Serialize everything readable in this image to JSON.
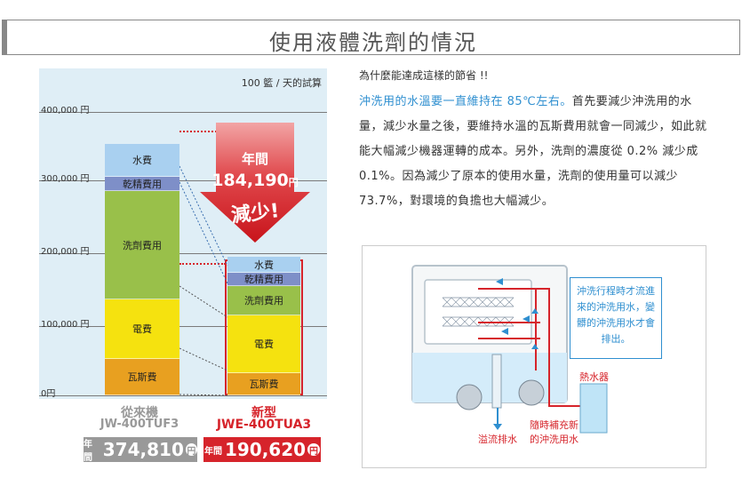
{
  "page": {
    "title": "使用液體洗劑的情況"
  },
  "chart": {
    "unit_note": "100 籃 / 天的試算",
    "y_labels": [
      "400,000 円",
      "300,000 円",
      "200,000 円",
      "100,000 円",
      "0円"
    ],
    "old_bar": {
      "segments": [
        {
          "label": "瓦斯費",
          "value": 50000,
          "color": "#e8a020"
        },
        {
          "label": "電費",
          "value": 82000,
          "color": "#f5e20f"
        },
        {
          "label": "洗劑費用",
          "value": 148000,
          "color": "#99c04a"
        },
        {
          "label": "乾精費用",
          "value": 20000,
          "color": "#7e8fc8"
        },
        {
          "label": "水費",
          "value": 45000,
          "color": "#a9d0f0"
        }
      ]
    },
    "new_bar": {
      "segments": [
        {
          "label": "瓦斯費",
          "value": 30000,
          "color": "#e8a020"
        },
        {
          "label": "電費",
          "value": 80000,
          "color": "#f5e20f"
        },
        {
          "label": "洗劑費用",
          "value": 40000,
          "color": "#99c04a"
        },
        {
          "label": "乾精費用",
          "value": 18000,
          "color": "#7e8fc8"
        },
        {
          "label": "水費",
          "value": 22000,
          "color": "#a9d0f0"
        }
      ]
    },
    "arrow": {
      "line1": "年間",
      "amount": "184,190",
      "yen": "円",
      "line3": "減少!"
    },
    "old_label": {
      "line1": "從來機",
      "line2": "JW-400TUF3"
    },
    "new_label": {
      "line1": "新型",
      "line2": "JWE-400TUA3"
    },
    "old_cost": {
      "prefix": "年間",
      "amount": "374,810",
      "yen": "円",
      "color": "#999999"
    },
    "new_cost": {
      "prefix": "年間",
      "amount": "190,620",
      "yen": "円",
      "color": "#d6242b"
    }
  },
  "text": {
    "head": "為什麼能達成這樣的節省 !!",
    "highlight": "沖洗用的水溫要一直維持在 85℃左右。",
    "body": "首先要減少沖洗用的水量，減少水量之後，要維持水溫的瓦斯費用就會一同減少，如此就能大幅減少機器運轉的成本。另外，洗劑的濃度從 0.2% 減少成 0.1%。因為減少了原本的使用水量，洗劑的使用量可以減少 73.7%，對環境的負擔也大幅減少。"
  },
  "diagram": {
    "callout": "沖洗行程時才流進來的沖洗用水，變髒的沖洗用水才會排出。",
    "heater_label": "熱水器",
    "overflow_label": "溢流排水",
    "refill_label": "隨時補充新的沖洗用水"
  },
  "colors": {
    "accent_red": "#d6242b",
    "accent_blue": "#2f8fd0",
    "panel_bg": "#dfeef6"
  }
}
